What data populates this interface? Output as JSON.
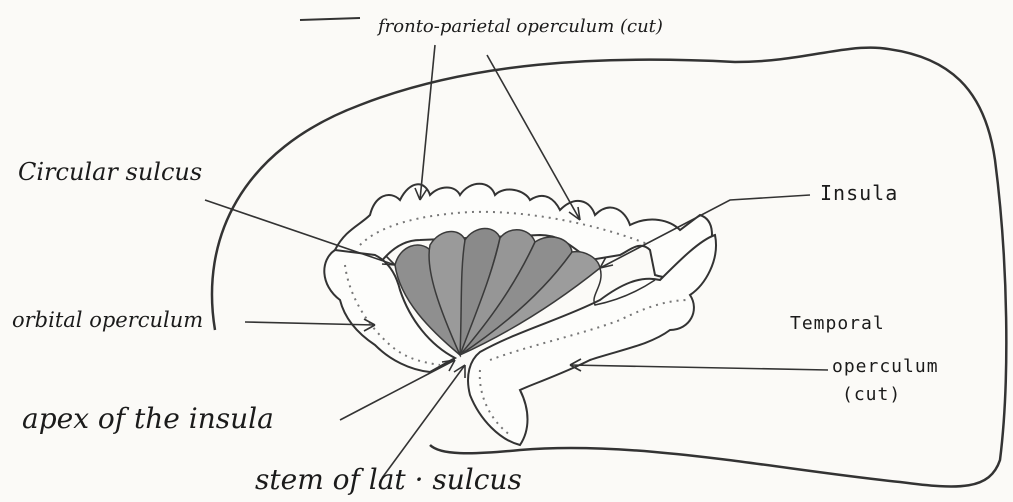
{
  "labels": {
    "fronto_parietal": "fronto-parietal operculum (cut)",
    "circular_sulcus": "Circular sulcus",
    "insula": "Insula",
    "orbital_operculum": "orbital operculum",
    "temporal_line1": "Temporal",
    "temporal_line2": "operculum",
    "temporal_line3": "(cut)",
    "apex": "apex of the insula",
    "stem": "stem of lat · sulcus"
  },
  "colors": {
    "ink": "#2a2a2a",
    "insula_fill": "#8f8f8f",
    "paper": "#fbfaf7"
  }
}
